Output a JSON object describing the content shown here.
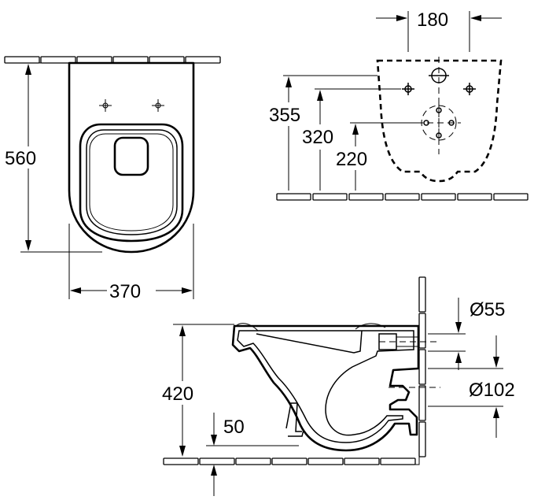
{
  "top_view": {
    "depth_label": "560",
    "width_label": "370"
  },
  "rear_view": {
    "spacing_label": "180",
    "height_a_label": "355",
    "height_b_label": "320",
    "height_c_label": "220"
  },
  "side_view": {
    "height_label": "420",
    "floor_offset_label": "50",
    "inlet_label": "Ø55",
    "outlet_label": "Ø102"
  },
  "colors": {
    "line": "#000000",
    "background": "#ffffff"
  }
}
